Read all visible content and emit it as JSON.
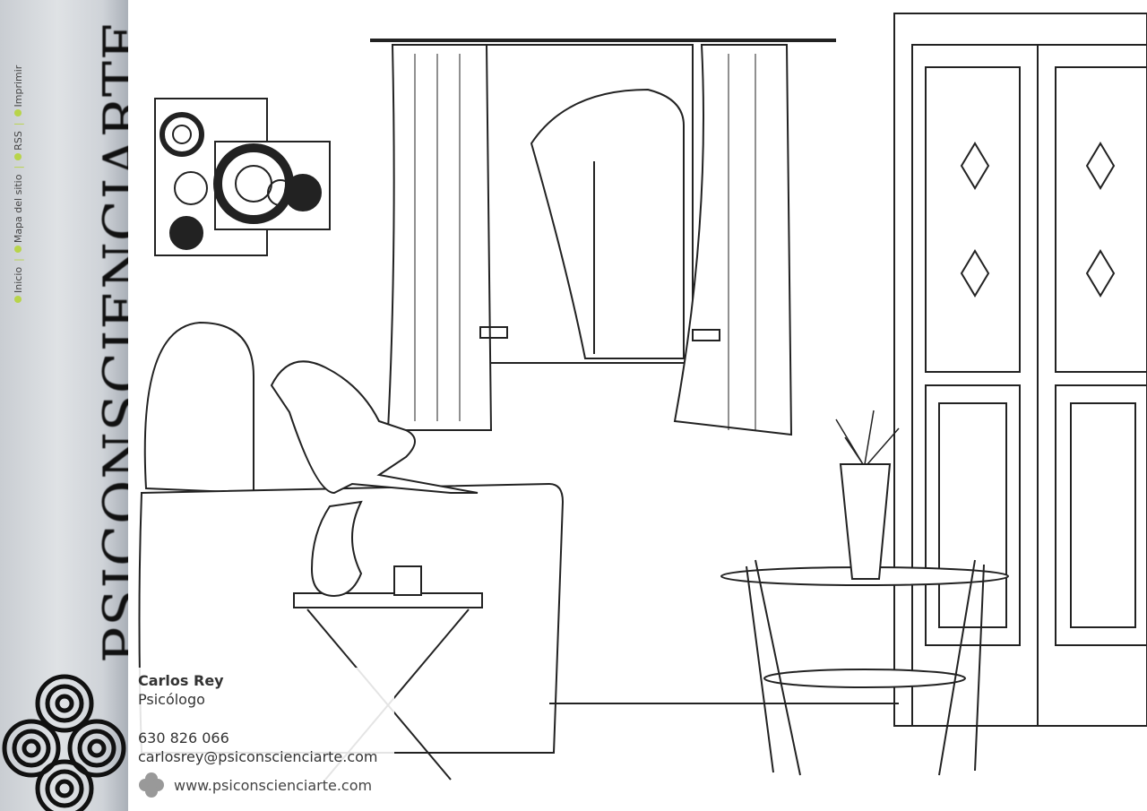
{
  "brand": {
    "logo_text": "PSICONSCIENCIARTE"
  },
  "nav": {
    "items": [
      "Inicio",
      "Mapa del sitio",
      "RSS",
      "Imprimir"
    ]
  },
  "contact": {
    "name": "Carlos Rey",
    "title": "Psicólogo",
    "phone": "630 826 066",
    "email": "carlosrey@psiconscienciarte.com",
    "website": "www.psiconscienciarte.com"
  }
}
